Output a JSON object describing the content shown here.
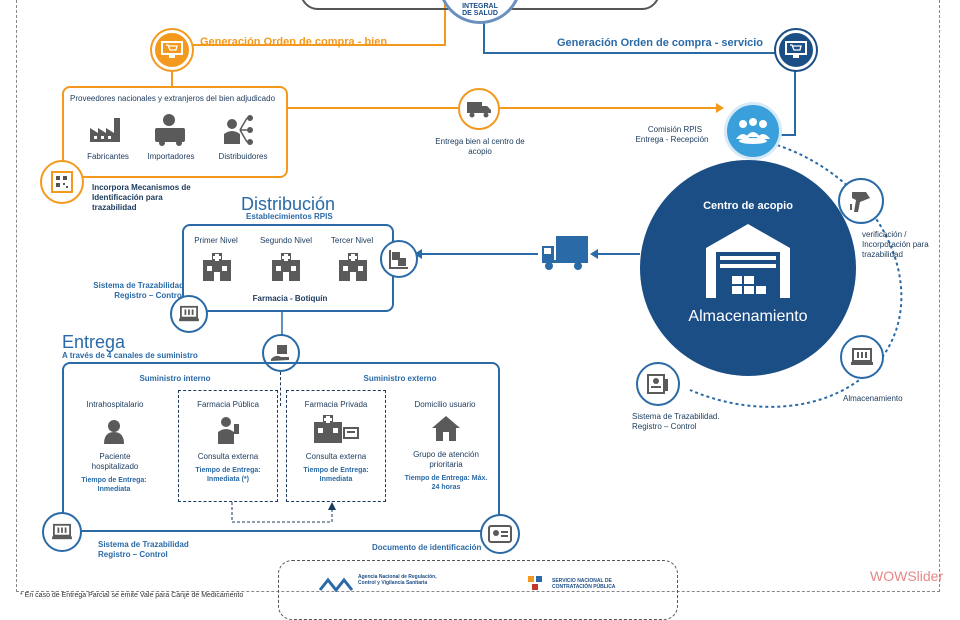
{
  "header": {
    "logo_line1": "INTEGRAL",
    "logo_line2": "DE SALUD"
  },
  "orders": {
    "goods": "Generación Orden de compra - bien",
    "service": "Generación Orden de compra - servicio"
  },
  "suppliers": {
    "title": "Proveedores nacionales y extranjeros del bien adjudicado",
    "items": [
      "Fabricantes",
      "Importadores",
      "Distribuidores"
    ],
    "mechanisms": "Incorpora Mecanismos de Identificación para trazabilidad"
  },
  "delivery_to_center": "Entrega bien al centro de acopio",
  "commission": {
    "line1": "Comisión RPIS",
    "line2": "Entrega - Recepción"
  },
  "center": {
    "title": "Centro de acopio",
    "storage": "Almacenamiento"
  },
  "verification": "verificación / Incorporación para trazabilidad",
  "storage_label": "Almacenamiento",
  "traceability_right": "Sistema de Trazabilidad. Registro – Control",
  "distribution": {
    "title": "Distribución",
    "subtitle": "Establecimientos RPIS",
    "levels": [
      "Primer Nivel",
      "Segundo Nivel",
      "Tercer Nivel"
    ],
    "pharmacy": "Farmacia - Botiquín",
    "traceability": "Sistema de Trazabilidad Registro – Control"
  },
  "delivery": {
    "title": "Entrega",
    "subtitle": "A través de 4 canales de suministro",
    "internal": "Suministro interno",
    "external": "Suministro externo",
    "channels": [
      {
        "title": "Intrahospitalario",
        "desc": "Paciente hospitalizado",
        "time": "Tiempo de Entrega: Inmediata"
      },
      {
        "title": "Farmacia Pública",
        "desc": "Consulta externa",
        "time": "Tiempo de Entrega: Inmediata (*)"
      },
      {
        "title": "Farmacia Privada",
        "desc": "Consulta externa",
        "time": "Tiempo de Entrega: Inmediata"
      },
      {
        "title": "Domicilio usuario",
        "desc": "Grupo de atención prioritaria",
        "time": "Tiempo de Entrega: Máx. 24 horas"
      }
    ],
    "traceability": "Sistema de Trazabilidad Registro – Control",
    "id_document": "Documento de identificación"
  },
  "footer": {
    "agency1": "Agencia Nacional de Regulación, Control y Vigilancia Sanitaria",
    "agency2": "SERVICIO NACIONAL DE CONTRATACIÓN PÚBLICA",
    "footnote": "* En caso de Entrega Parcial se emite Vale para Canje de Medicamento",
    "watermark": "WOWSlider"
  },
  "colors": {
    "orange": "#f39a1e",
    "blue": "#2a6aa7",
    "navy": "#1c4e86",
    "dark": "#1b3a5c"
  }
}
